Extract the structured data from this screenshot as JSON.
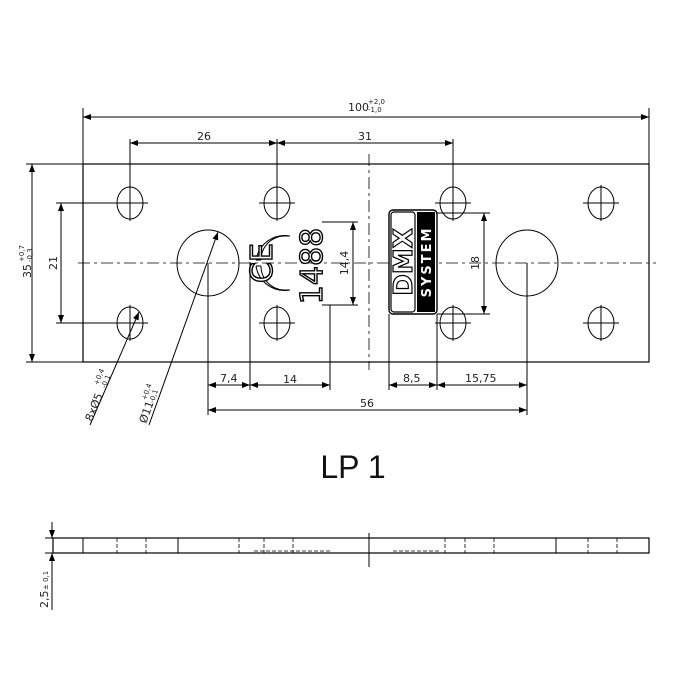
{
  "title": "LP 1",
  "dimensions": {
    "overall_length": "100",
    "overall_length_tol_upper": "+2,0",
    "overall_length_tol_lower": "-1,0",
    "hole_spacing_left": "26",
    "hole_spacing_mid": "31",
    "overall_width": "35",
    "overall_width_tol_upper": "+0,7",
    "overall_width_tol_lower": "-0,3",
    "hole_row_spacing": "21",
    "marking_height": "14,4",
    "logo_height": "18",
    "ce_offset": "7,4",
    "marking_width": "14",
    "logo_width": "8,5",
    "logo_offset": "15,75",
    "large_hole_spacing": "56",
    "small_hole_callout": "8xØ5",
    "small_hole_tol_upper": "+0,4",
    "small_hole_tol_lower": "-0,1",
    "large_hole_callout": "Ø11",
    "large_hole_tol_upper": "+0,4",
    "large_hole_tol_lower": "-0,1",
    "thickness": "2,5",
    "thickness_tol": "± 0,1"
  },
  "markings": {
    "ce": "CE",
    "number": "1488",
    "logo_top": "DMX",
    "logo_bottom": "SYSTEM"
  }
}
